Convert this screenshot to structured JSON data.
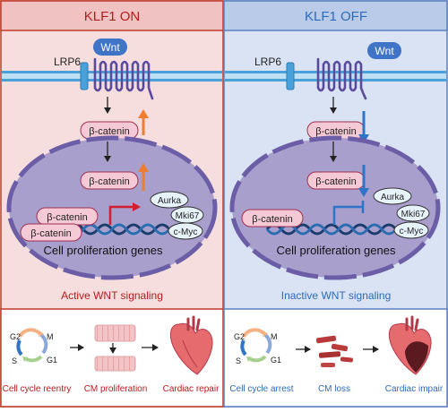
{
  "left": {
    "title": "KLF1 ON",
    "receptor_label": "LRP6",
    "ligand_label": "Wnt",
    "cyto_catenin": "β-catenin",
    "nuc_catenin": "β-catenin",
    "dna_catenin_1": "β-catenin",
    "dna_catenin_2": "β-catenin",
    "targets": [
      "Aurka",
      "Mki67",
      "c-Myc"
    ],
    "genes_label": "Cell proliferation genes",
    "signaling_label": "Active WNT signaling",
    "outcomes": [
      "Cell cycle reentry",
      "CM proliferation",
      "Cardiac repair"
    ],
    "cycle_phases": [
      "G2",
      "M",
      "S",
      "G1"
    ]
  },
  "right": {
    "title": "KLF1 OFF",
    "receptor_label": "LRP6",
    "ligand_label": "Wnt",
    "cyto_catenin": "β-catenin",
    "nuc_catenin": "β-catenin",
    "dna_catenin": "β-catenin",
    "targets": [
      "Aurka",
      "Mki67",
      "c-Myc"
    ],
    "genes_label": "Cell proliferation genes",
    "signaling_label": "Inactive WNT signaling",
    "outcomes": [
      "Cell cycle arrest",
      "CM loss",
      "Cardiac impair"
    ],
    "cycle_phases": [
      "G2",
      "M",
      "S",
      "G1"
    ]
  },
  "colors": {
    "left_bg": "#f7dede",
    "left_title_bg": "#f0c2c2",
    "left_border": "#c0392b",
    "left_text": "#b71c1c",
    "right_bg": "#d9e3f3",
    "right_title_bg": "#b9cbe8",
    "right_border": "#5b7fc0",
    "right_text": "#2e6bb8",
    "catenin_fill": "#f6c9d6",
    "catenin_stroke": "#a0304e",
    "nucleus_fill": "#a99fcd",
    "nucleus_stroke": "#6b5ea6",
    "up_arrow": "#ed7d31",
    "down_arrow": "#2e75c8",
    "activate_arrow": "#d21f2e",
    "inhibit_bar": "#2e75c8",
    "wnt_fill": "#3f74c6"
  }
}
